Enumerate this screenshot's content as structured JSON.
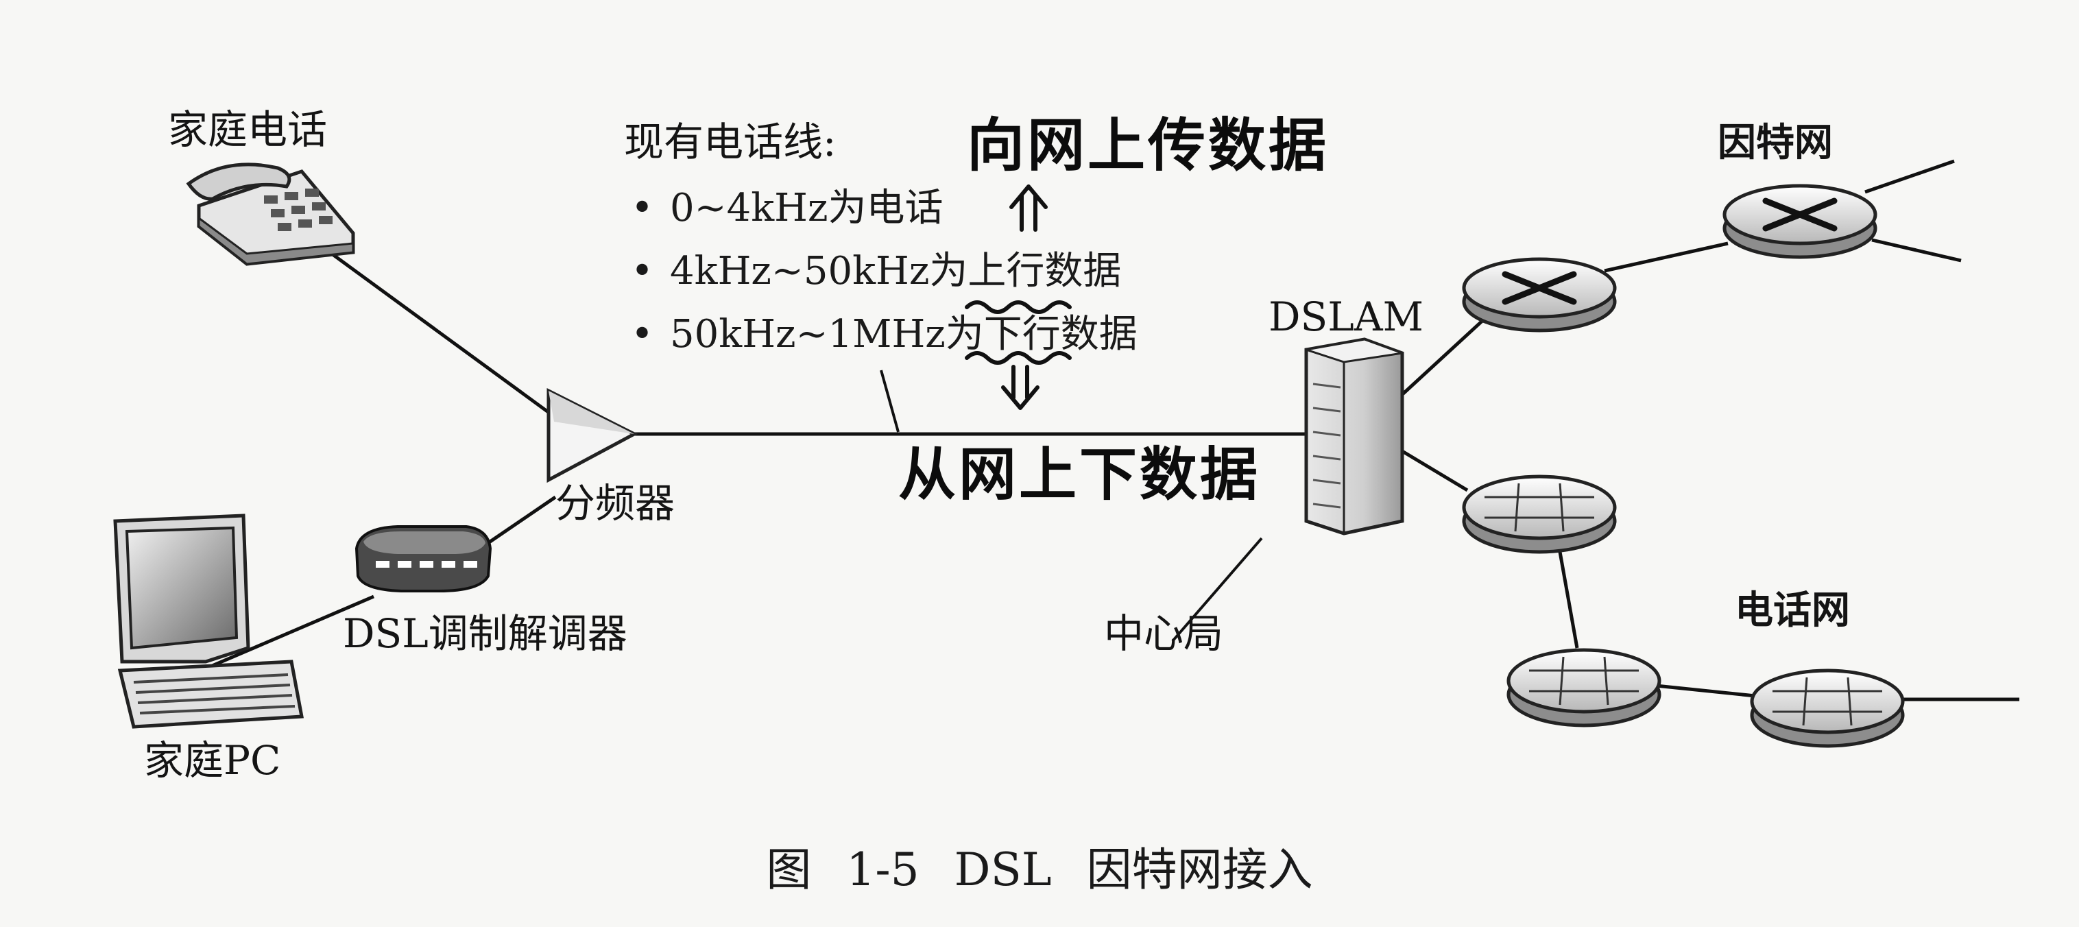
{
  "labels": {
    "home_phone": "家庭电话",
    "home_pc": "家庭PC",
    "splitter": "分频器",
    "dsl_modem": "DSL调制解调器",
    "central_office": "中心局",
    "dslam": "DSLAM",
    "internet": "因特网",
    "telephone_network": "电话网"
  },
  "phone_line": {
    "title": "现有电话线:",
    "items": [
      "0~4kHz为电话",
      "4kHz~50kHz为上行数据",
      "50kHz~1MHz为下行数据"
    ]
  },
  "handwritten": {
    "upload": "向网上传数据",
    "download": "从网上下数据"
  },
  "caption": "图 1-5  DSL 因特网接入"
}
